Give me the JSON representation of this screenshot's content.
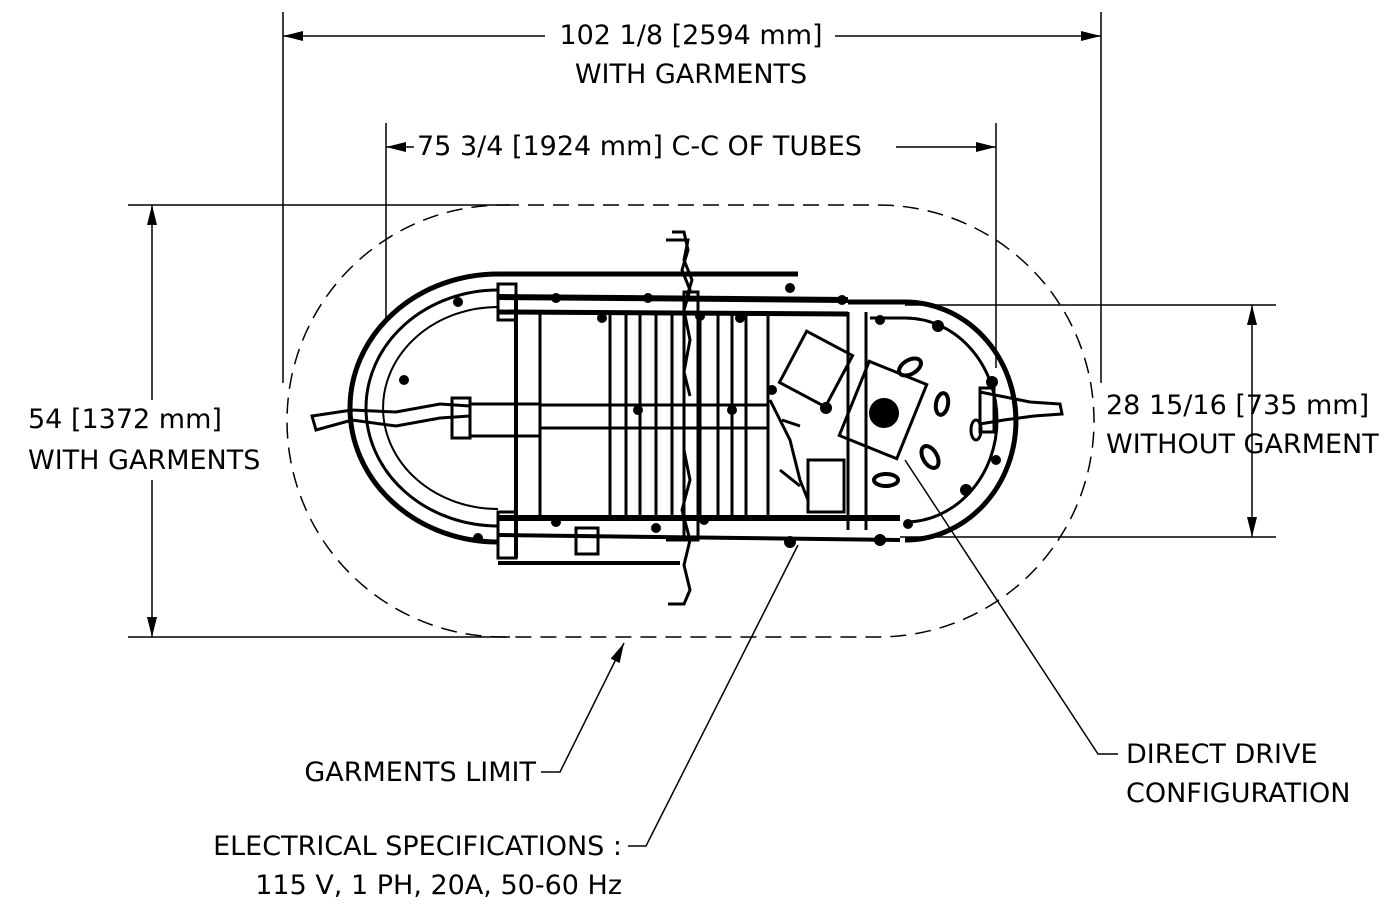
{
  "dimensions": {
    "overall_width": "102 1/8 [2594 mm]",
    "overall_width_note": "WITH GARMENTS",
    "tube_spacing": "75 3/4 [1924 mm] C-C OF TUBES",
    "overall_height": "54 [1372 mm]",
    "overall_height_note": "WITH GARMENTS",
    "machine_height": "28 15/16 [735 mm]",
    "machine_height_note": "WITHOUT GARMENT"
  },
  "callouts": {
    "garments_limit": "GARMENTS LIMIT",
    "electrical_title": "ELECTRICAL SPECIFICATIONS :",
    "electrical_values": "115 V, 1 PH, 20A, 50-60 Hz",
    "direct_drive_line1": "DIRECT DRIVE",
    "direct_drive_line2": "CONFIGURATION"
  },
  "colors": {
    "ink": "#000000",
    "paper": "#ffffff"
  }
}
